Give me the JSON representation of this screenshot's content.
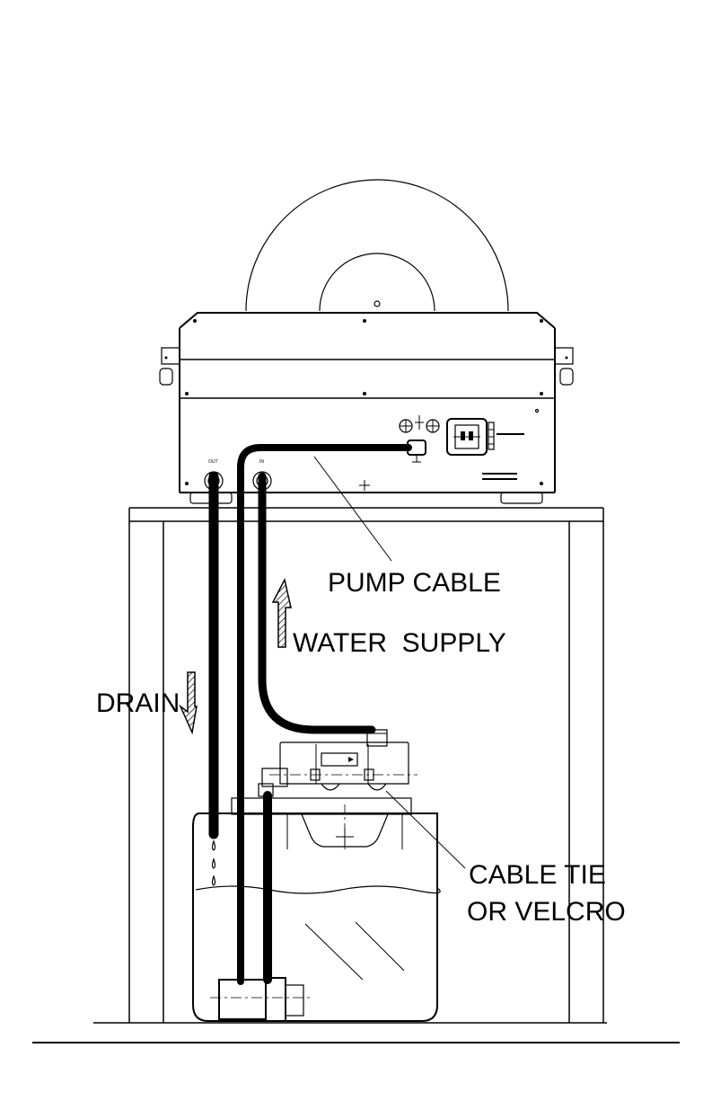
{
  "labels": {
    "pump_cable": "PUMP CABLE",
    "water_supply": "WATER  SUPPLY",
    "drain": "DRAIN",
    "cable_tie_line1": "CABLE TIE",
    "cable_tie_line2": "OR VELCRO",
    "port_out": "OUT",
    "port_in": "IN"
  },
  "colors": {
    "line": "#000000",
    "hose": "#000000",
    "background": "#ffffff"
  }
}
